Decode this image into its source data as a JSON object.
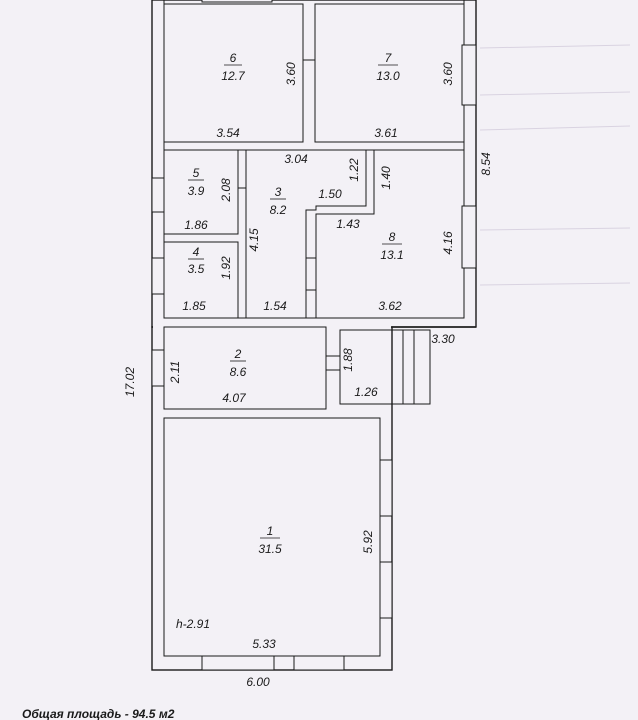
{
  "plan": {
    "total_area": "Общая площадь - 94.5 м2",
    "ceiling_height": "h-2.91",
    "rooms": [
      {
        "number": "1",
        "area": "31.5"
      },
      {
        "number": "2",
        "area": "8.6"
      },
      {
        "number": "3",
        "area": "8.2"
      },
      {
        "number": "4",
        "area": "3.5"
      },
      {
        "number": "5",
        "area": "3.9"
      },
      {
        "number": "6",
        "area": "12.7"
      },
      {
        "number": "7",
        "area": "13.0"
      },
      {
        "number": "8",
        "area": "13.1"
      }
    ],
    "dimensions": {
      "r6_height": "3.60",
      "r6_width": "3.54",
      "r7_height": "3.60",
      "r7_width": "3.61",
      "r3_top": "3.04",
      "r3_step_h": "1.22",
      "r3_step_w": "1.50",
      "r3_height": "4.15",
      "r3_bottom": "1.54",
      "r8_top_h": "1.40",
      "r8_left": "1.43",
      "r8_height": "4.16",
      "r8_width": "3.62",
      "r5_height": "2.08",
      "r5_width": "1.86",
      "r4_height": "1.92",
      "r4_width": "1.85",
      "r2_height": "2.11",
      "r2_width": "4.07",
      "porch_height": "1.88",
      "porch_width": "1.26",
      "porch_outer": "3.30",
      "right_total": "8.54",
      "left_total": "17.02",
      "r1_height": "5.92",
      "r1_width": "5.33",
      "bottom_total": "6.00"
    }
  }
}
